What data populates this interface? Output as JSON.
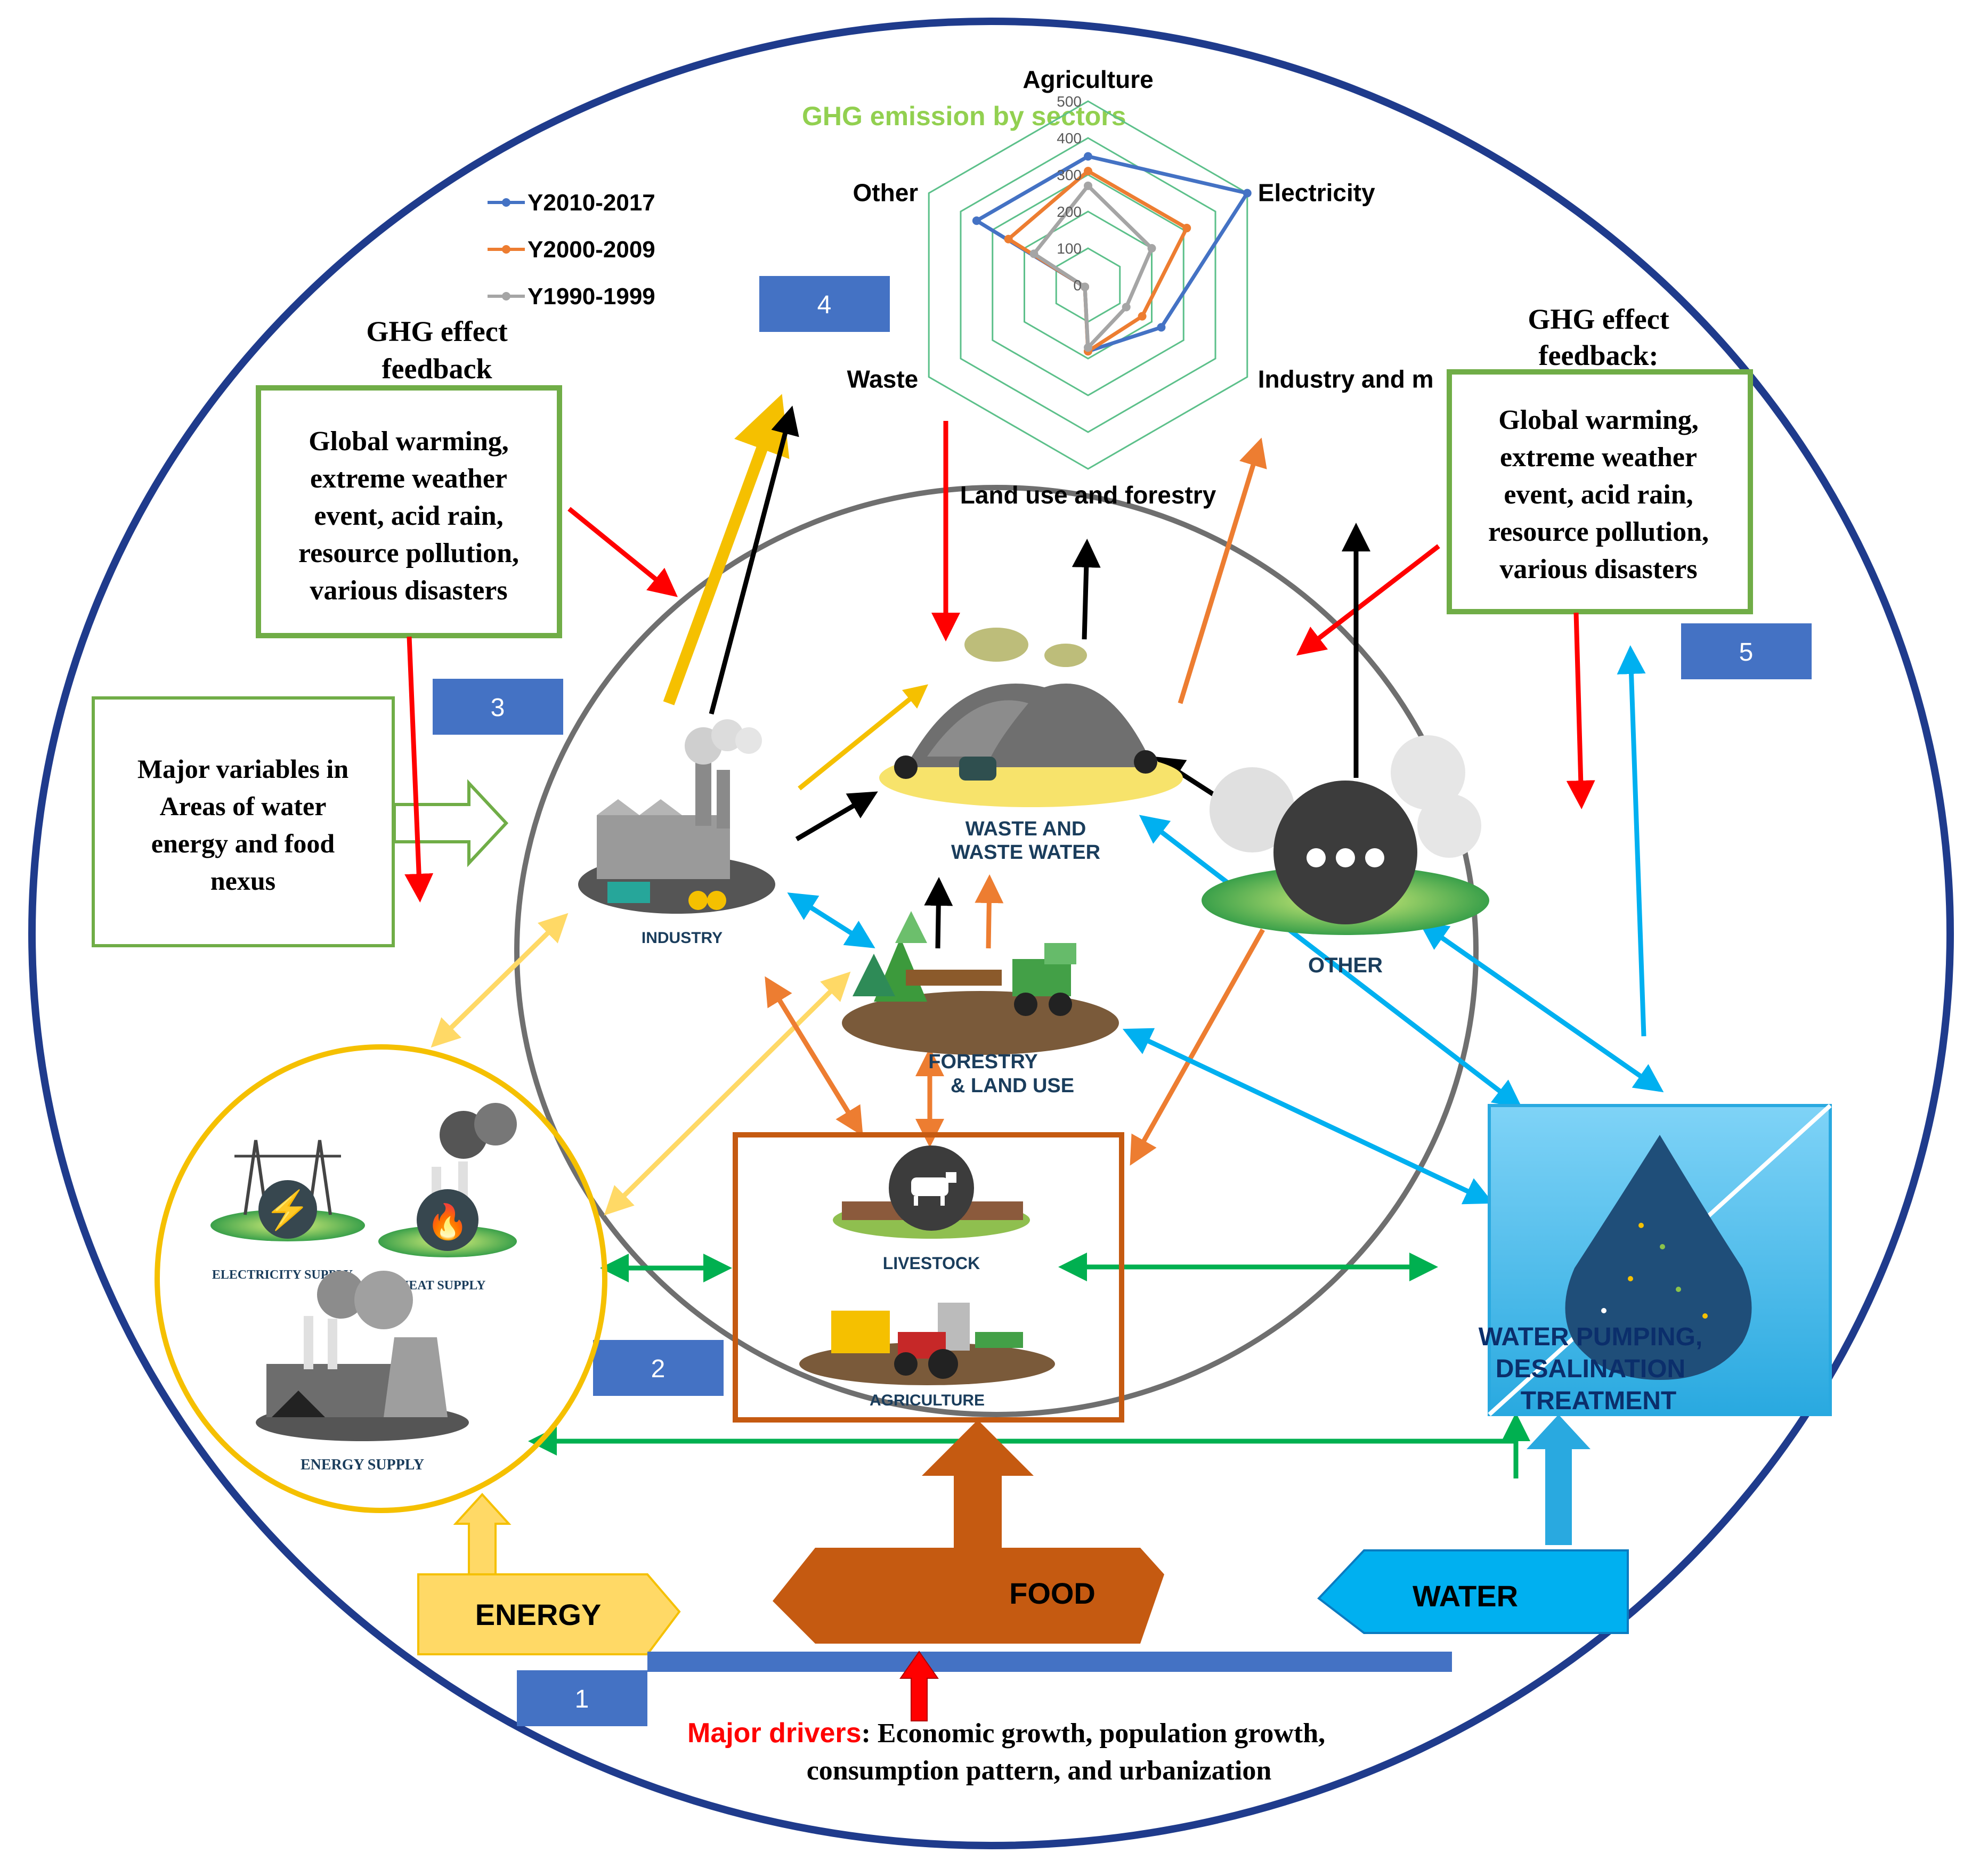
{
  "colors": {
    "outer_ring": "#1f3b8c",
    "red": "#ff0000",
    "black": "#000000",
    "yellow": "#f5c000",
    "light_yellow": "#ffd966",
    "orange": "#ed7d31",
    "blue": "#00b0f0",
    "green": "#00b050",
    "box_green": "#70ad47",
    "badge_blue": "#4472c4",
    "food_brown": "#c55a11",
    "energy_yellow": "#ffd966",
    "water_blue": "#00b0f0",
    "radar_title": "#92d050"
  },
  "radar": {
    "title": "GHG emission by sectors",
    "chart_data": {
      "type": "radar",
      "title": "GHG emission by sectors",
      "axes": [
        "Agriculture",
        "Electricity",
        "Industry and m",
        "Land use and forestry",
        "Waste",
        "Other"
      ],
      "ticks": [
        "0",
        "100",
        "200",
        "300",
        "400",
        "500"
      ],
      "ylim": [
        0,
        500
      ],
      "legend_position": "left",
      "series": [
        {
          "name": "Y2010-2017",
          "color": "#4472c4",
          "values": [
            350,
            500,
            230,
            180,
            10,
            350
          ]
        },
        {
          "name": "Y2000-2009",
          "color": "#ed7d31",
          "values": [
            310,
            310,
            170,
            180,
            10,
            250
          ]
        },
        {
          "name": "Y1990-1999",
          "color": "#a5a5a5",
          "values": [
            270,
            200,
            120,
            170,
            10,
            170
          ]
        }
      ]
    }
  },
  "badges": {
    "b1": "1",
    "b2": "2",
    "b3": "3",
    "b4": "4",
    "b5": "5"
  },
  "feedback_left": {
    "heading_line1": "GHG effect",
    "heading_line2": "feedback",
    "lines": [
      "Global warming,",
      "extreme weather",
      "event, acid rain,",
      "resource pollution,",
      "various disasters"
    ]
  },
  "feedback_right": {
    "heading_line1": "GHG effect",
    "heading_line2": "feedback:",
    "lines": [
      "Global warming,",
      "extreme weather",
      "event, acid rain,",
      "resource pollution,",
      "various disasters"
    ]
  },
  "variables_box": {
    "lines": [
      "Major variables in",
      "Areas of water",
      "energy and food",
      "nexus"
    ]
  },
  "sectors": {
    "industry": "INDUSTRY",
    "waste_line1": "WASTE AND",
    "waste_line2": "WASTE WATER",
    "other": "OTHER",
    "forestry_line1": "FORESTRY",
    "forestry_line2": "& LAND USE",
    "livestock": "LIVESTOCK",
    "agriculture": "AGRICULTURE",
    "electricity_supply": "ELECTRICITY SUPPLY",
    "heat_supply": "HEAT SUPPLY",
    "energy_supply": "ENERGY SUPPLY",
    "water_line1": "WATER PUMPING,",
    "water_line2": "DESALINATION",
    "water_line3": "TREATMENT"
  },
  "pillars": {
    "energy": "ENERGY",
    "food": "FOOD",
    "water": "WATER"
  },
  "drivers": {
    "label": "Major drivers",
    "text_line1": ": Economic growth, population growth,",
    "text_line2": "consumption pattern, and urbanization"
  },
  "icons": [
    "factory-icon",
    "landfill-icon",
    "smoke-cloud-icon",
    "forestry-tractor-icon",
    "cow-icon",
    "farm-tractor-icon",
    "power-tower-icon",
    "lightning-icon",
    "flame-icon",
    "power-plant-icon",
    "water-drop-icon"
  ]
}
